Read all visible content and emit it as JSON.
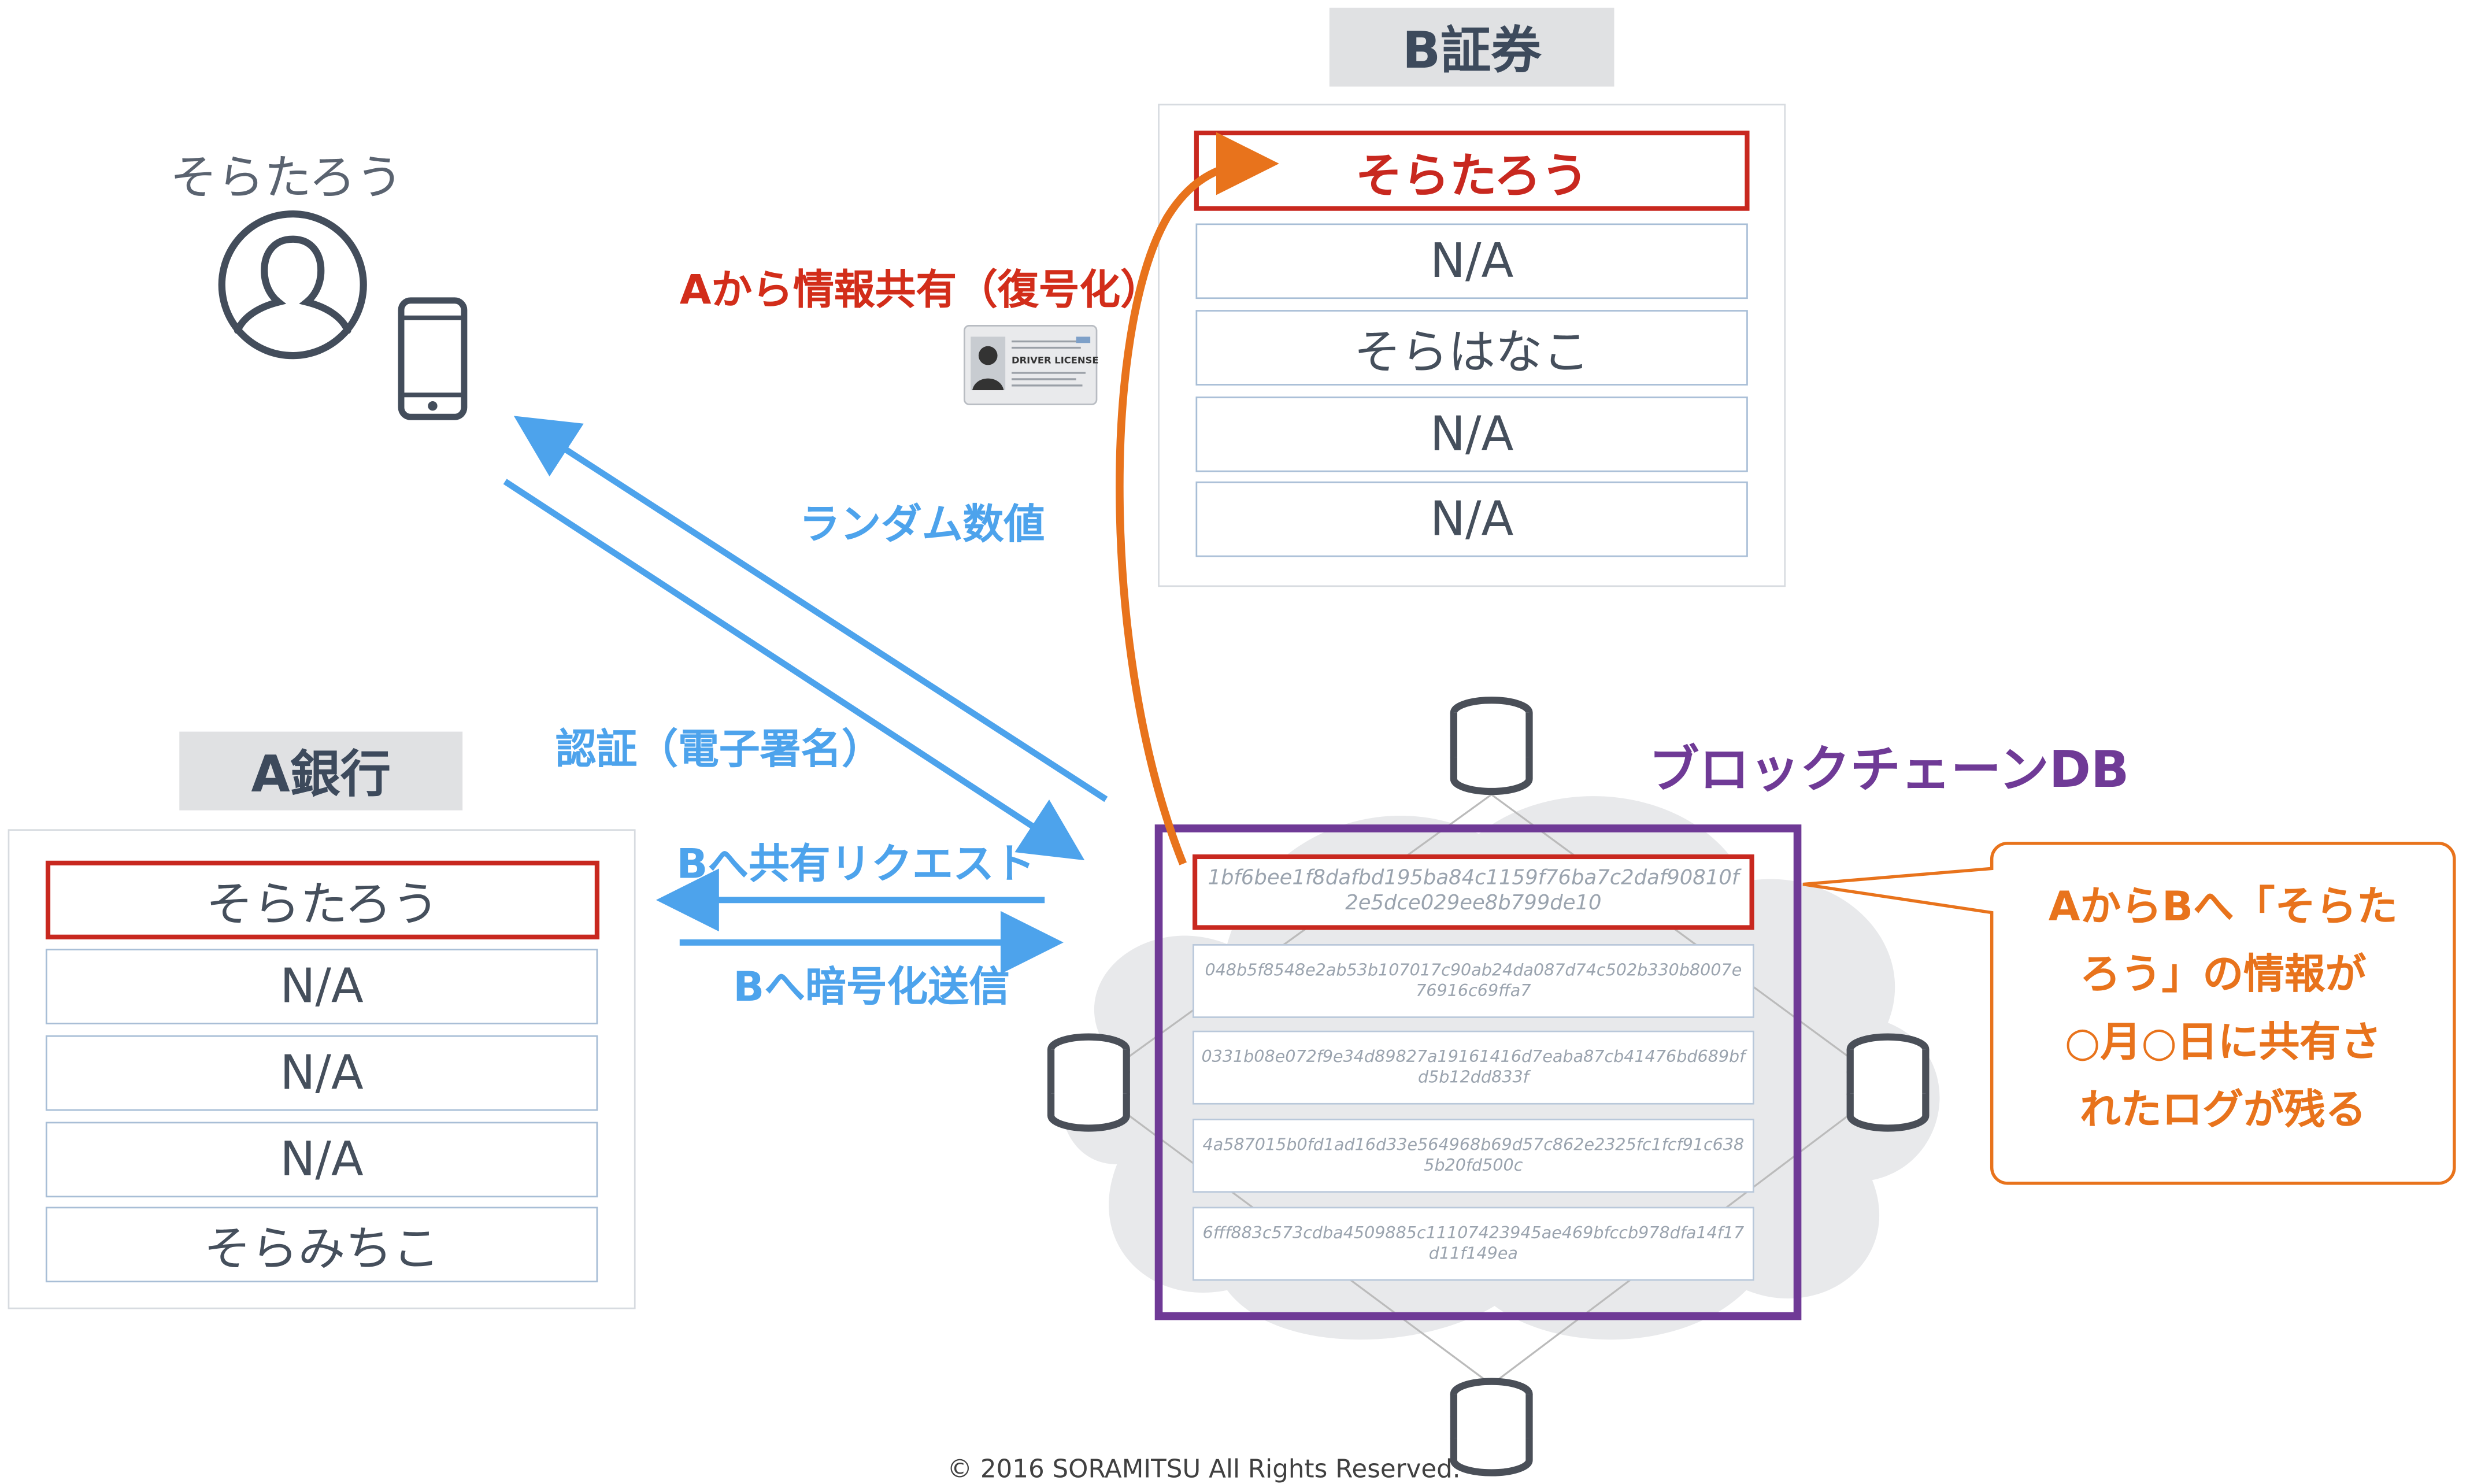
{
  "user": {
    "name": "そらたろう"
  },
  "bank_a": {
    "title": "A銀行",
    "rows": [
      "そらたろう",
      "N/A",
      "N/A",
      "N/A",
      "そらみちこ"
    ]
  },
  "securities_b": {
    "title": "B証券",
    "rows": [
      "そらたろう",
      "N/A",
      "そらはなこ",
      "N/A",
      "N/A"
    ]
  },
  "labels": {
    "share_from_a": "Aから情報共有（復号化）",
    "random_number": "ランダム数値",
    "auth": "認証（電子署名）",
    "share_request": "Bへ共有リクエスト",
    "encrypted_send": "Bへ暗号化送信",
    "blockchain_db": "ブロックチェーンDB",
    "license_card": "DRIVER LICENSE"
  },
  "hashes": [
    "1bf6bee1f8dafbd195ba84c1159f76ba7c2daf90810f2e5dce029ee8b799de10",
    "048b5f8548e2ab53b107017c90ab24da087d74c502b330b8007e76916c69ffa7",
    "0331b08e072f9e34d89827a19161416d7eaba87cb41476bd689bfd5b12dd833f",
    "4a587015b0fd1ad16d33e564968b69d57c862e2325fc1fcf91c6385b20fd500c",
    "6fff883c573cdba4509885c11107423945ae469bfccb978dfa14f17d11f149ea"
  ],
  "callout": {
    "lines": [
      "AからBへ「そらた",
      "ろう」の情報が",
      "○月○日に共有さ",
      "れたログが残る"
    ]
  },
  "footer": {
    "copyright": "© 2016 SORAMITSU All Rights Reserved."
  },
  "colors": {
    "blue_arrow": "#4da3ec",
    "orange_arrow": "#e8731c",
    "highlight_red": "#c8281f",
    "blockchain_purple": "#6f3a96",
    "label_gray": "#e0e1e3"
  }
}
